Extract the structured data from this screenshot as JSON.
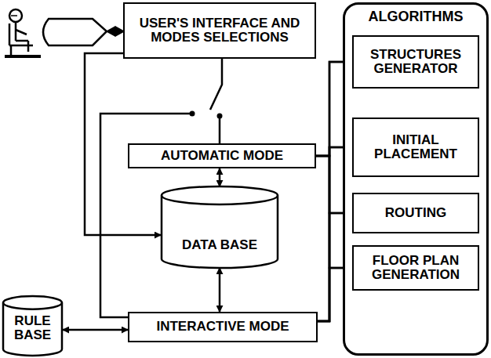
{
  "diagram": {
    "nodes": [
      {
        "text": [
          "USER'S INTERFACE AND MODES SELECTIONS"
        ]
      },
      {
        "text": [
          "AUTOMATIC MODE"
        ]
      },
      {
        "text": [
          "DATA BASE"
        ]
      },
      {
        "text": [
          "INTERACTIVE MODE"
        ]
      },
      {
        "text": [
          "RULE BASE"
        ]
      },
      {
        "text": [
          "ALGORITHMS"
        ]
      },
      {
        "text": [
          "STRUCTURES GENERATOR"
        ],
        "in": 5
      },
      {
        "text": [
          "INITIAL PLACEMENT"
        ],
        "in": 5
      },
      {
        "text": [
          "ROUTING"
        ],
        "in": 5
      },
      {
        "text": [
          "FLOOR PLAN GENERATION"
        ],
        "in": 5
      }
    ],
    "edges": [
      {
        "from": 0,
        "to": 1,
        "arrow": "none"
      },
      {
        "from": 0,
        "to": 3,
        "arrow": "none"
      },
      {
        "from": 0,
        "to": 2,
        "arrow": "to"
      },
      {
        "from": 1,
        "to": 2,
        "arrow": "both"
      },
      {
        "from": 2,
        "to": 3,
        "arrow": "both"
      },
      {
        "from": 4,
        "to": 3,
        "arrow": "both"
      },
      {
        "from": 1,
        "to": 6,
        "arrow": "none"
      },
      {
        "from": 1,
        "to": 7,
        "arrow": "none"
      },
      {
        "from": 1,
        "to": 8,
        "arrow": "none"
      },
      {
        "from": 1,
        "to": 9,
        "arrow": "none"
      },
      {
        "from": 3,
        "to": 6,
        "arrow": "none"
      },
      {
        "from": 3,
        "to": 7,
        "arrow": "none"
      },
      {
        "from": 3,
        "to": 8,
        "arrow": "none"
      },
      {
        "from": 3,
        "to": 9,
        "arrow": "none"
      }
    ]
  }
}
